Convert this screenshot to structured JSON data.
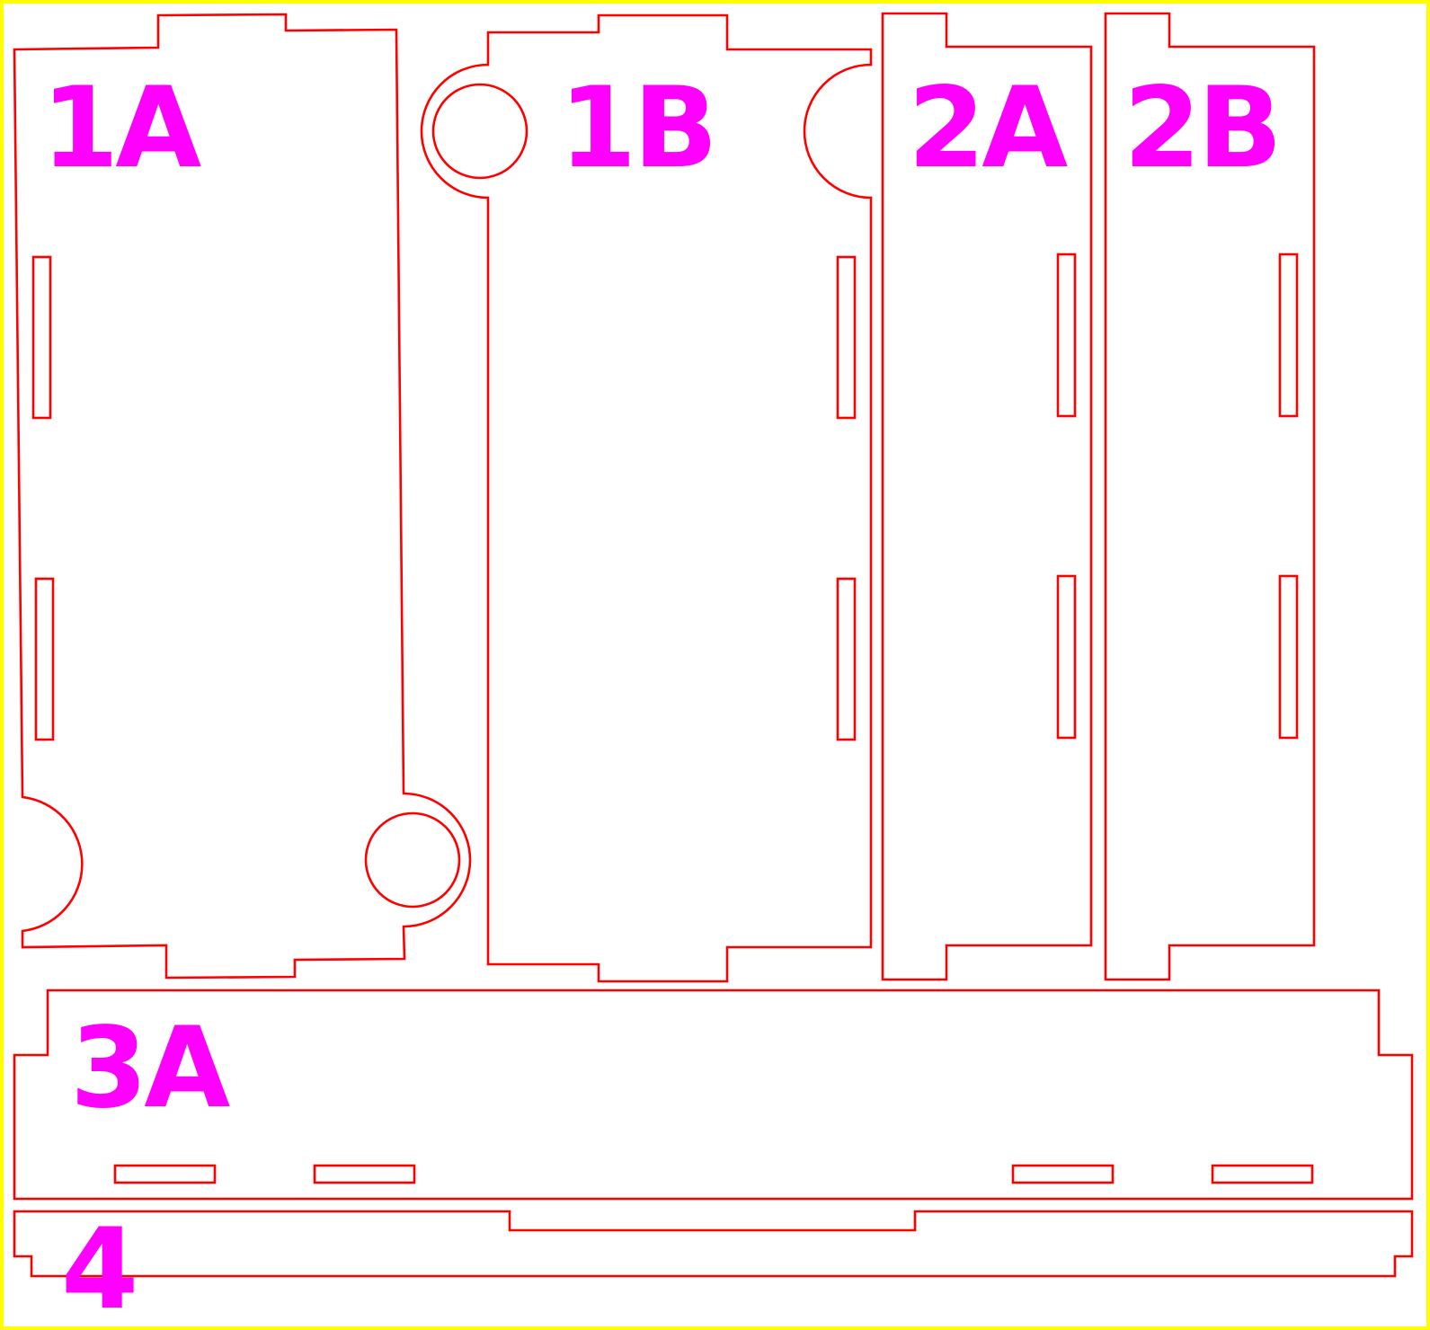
{
  "diagram": {
    "border_color": "#ffff00",
    "cut_line_color": "#ff0000",
    "label_color": "#ff00ff",
    "parts": [
      {
        "id": "1A",
        "label": "1A"
      },
      {
        "id": "1B",
        "label": "1B"
      },
      {
        "id": "2A",
        "label": "2A"
      },
      {
        "id": "2B",
        "label": "2B"
      },
      {
        "id": "3A",
        "label": "3A"
      },
      {
        "id": "4",
        "label": "4"
      }
    ]
  }
}
